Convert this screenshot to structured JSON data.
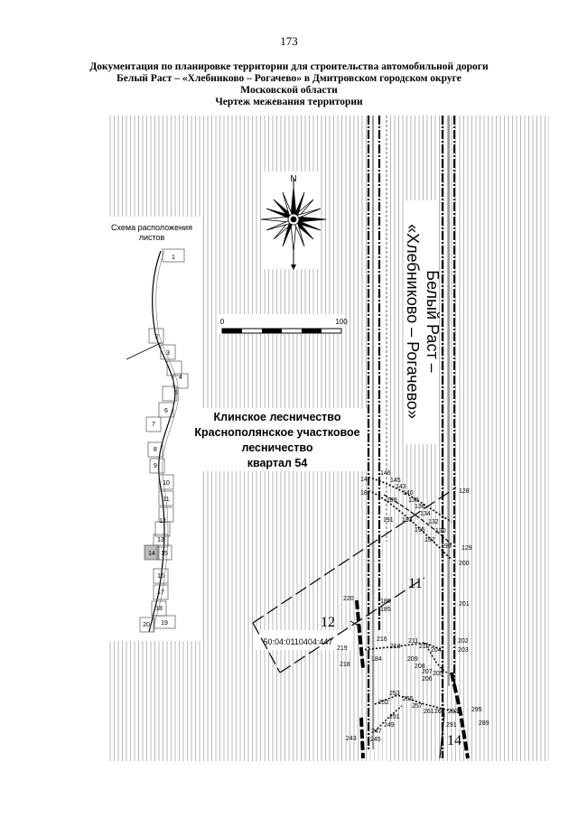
{
  "page_number": "173",
  "header": {
    "line1": "Документация по планировке территории для строительства автомобильной дороги",
    "line2": "Белый Раст – «Хлебниково – Рогачево» в Дмитровском городском округе",
    "line3": "Московской области",
    "line4": "Чертеж межевания территории"
  },
  "road_label": {
    "line1": "Белый Раст –",
    "line2": "«Хлебниково – Рогачево»"
  },
  "forest_label": {
    "line1": "Клинское лесничество",
    "line2": "Краснополянское участковое",
    "line3": "лесничество",
    "line4": "квартал 54"
  },
  "compass": {
    "north": "N"
  },
  "scale_bar": {
    "start": "0",
    "end": "100"
  },
  "inset": {
    "title_line1": "Схема расположения",
    "title_line2": "листов",
    "sheets": [
      "1",
      "2",
      "3",
      "4",
      "5",
      "6",
      "7",
      "8",
      "9",
      "10",
      "11",
      "12",
      "13",
      "14",
      "15",
      "16",
      "17",
      "18",
      "19",
      "20"
    ]
  },
  "cadastral_number": "50:04:0110404:447",
  "sheet_numbers": {
    "s11": "11",
    "s12": "12",
    "s14": "14"
  },
  "points": {
    "p147": "147",
    "p146": "146",
    "p145": "145",
    "p143": "143",
    "p140": "140",
    "p138": "138",
    "p136": "136",
    "p134": "134",
    "p132": "132",
    "p130": "130",
    "p128": "128",
    "p187": "187",
    "p189": "189",
    "p191": "191",
    "p193": "193",
    "p195": "195",
    "p197": "197",
    "p199": "199",
    "p129": "129",
    "p200": "200",
    "p201": "201",
    "p220": "220",
    "p186": "186",
    "p185": "185",
    "p216": "216",
    "p213": "213",
    "p211": "211",
    "p210": "210",
    "p204": "204",
    "p202": "202",
    "p203": "203",
    "p219": "219",
    "p184": "184",
    "p218": "218",
    "p209": "209",
    "p208": "208",
    "p207": "207",
    "p206": "206",
    "p205": "205",
    "p253": "253",
    "p255": "255",
    "p257": "257",
    "p261": "261",
    "p263": "263",
    "p293": "293",
    "p295": "295",
    "p252": "252",
    "p251": "251",
    "p249": "249",
    "p247": "247",
    "p245": "245",
    "p243": "243",
    "p291": "291",
    "p289": "289"
  }
}
